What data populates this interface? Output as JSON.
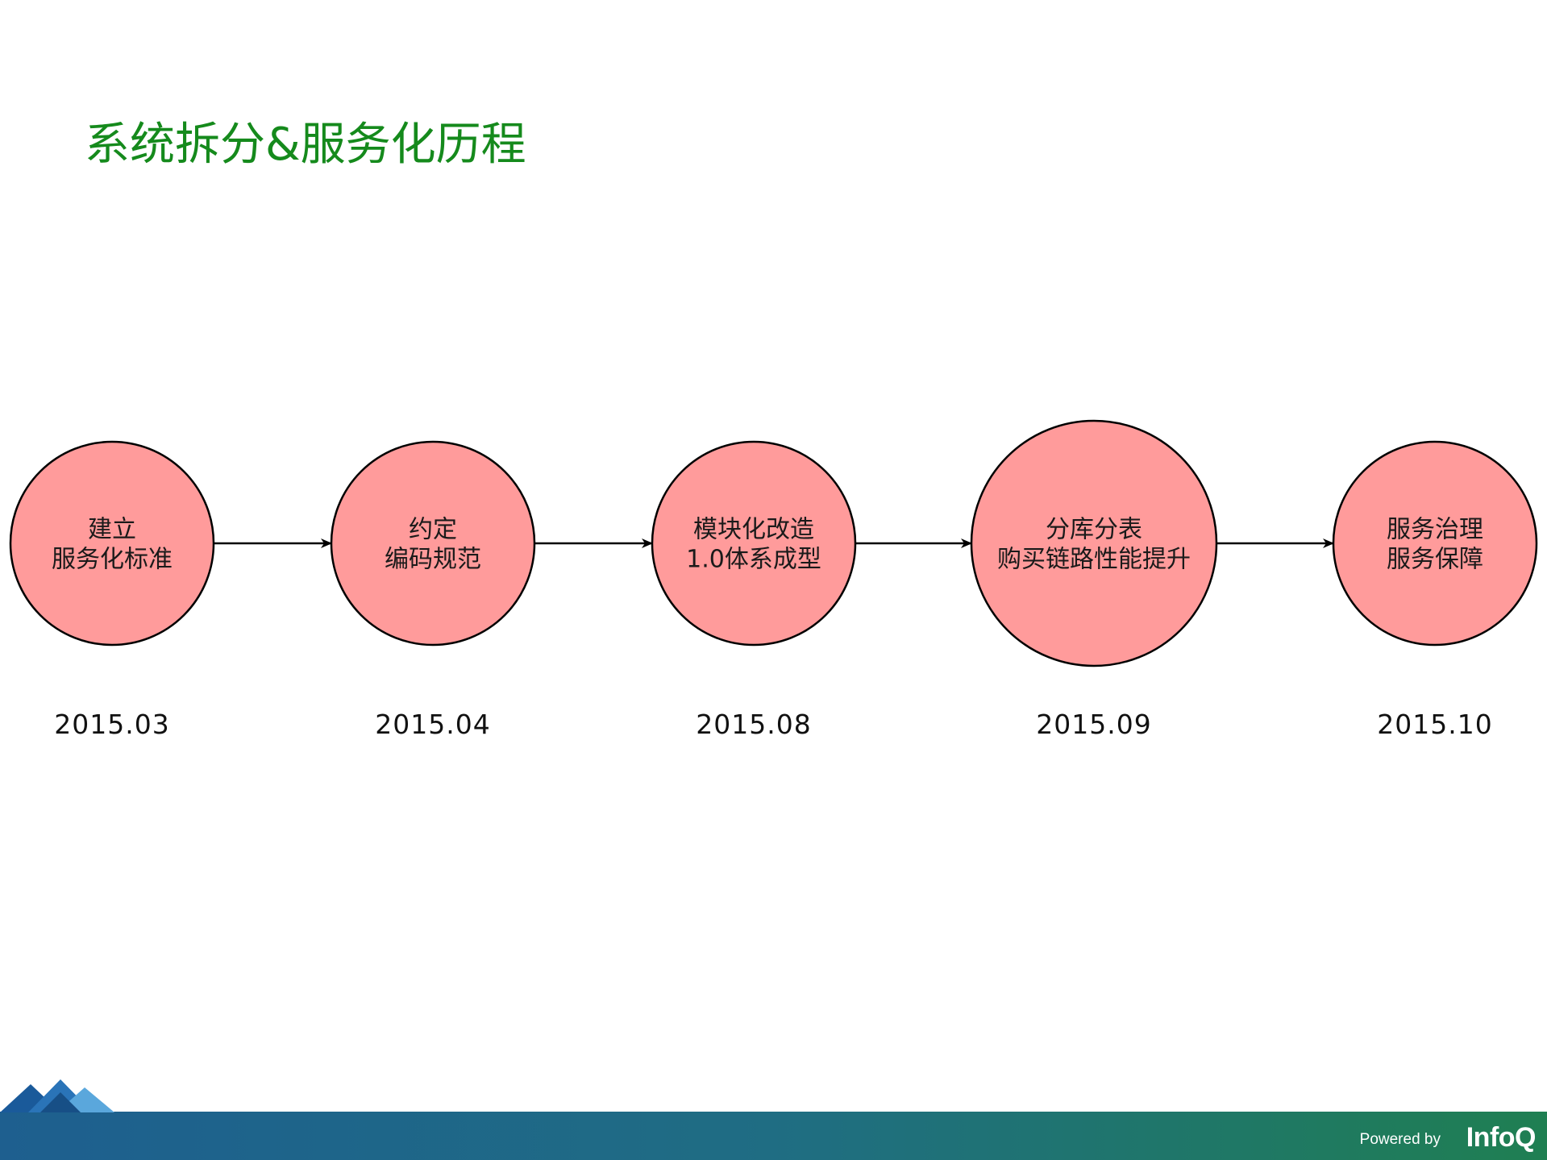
{
  "slide": {
    "title": "系统拆分&服务化历程"
  },
  "diagram": {
    "node_fill": "#ff9b9b",
    "stages": [
      {
        "lines": [
          "建立",
          "服务化标准"
        ],
        "date": "2015.03"
      },
      {
        "lines": [
          "约定",
          "编码规范"
        ],
        "date": "2015.04"
      },
      {
        "lines": [
          "模块化改造",
          "1.0体系成型"
        ],
        "date": "2015.08"
      },
      {
        "lines": [
          "分库分表",
          "购买链路性能提升"
        ],
        "date": "2015.09"
      },
      {
        "lines": [
          "服务治理",
          "服务保障"
        ],
        "date": "2015.10"
      }
    ]
  },
  "footer": {
    "powered_by": "Powered by",
    "brand": "InfoQ",
    "gradient_colors": [
      "#1e5f8f",
      "#1f7f52"
    ]
  }
}
